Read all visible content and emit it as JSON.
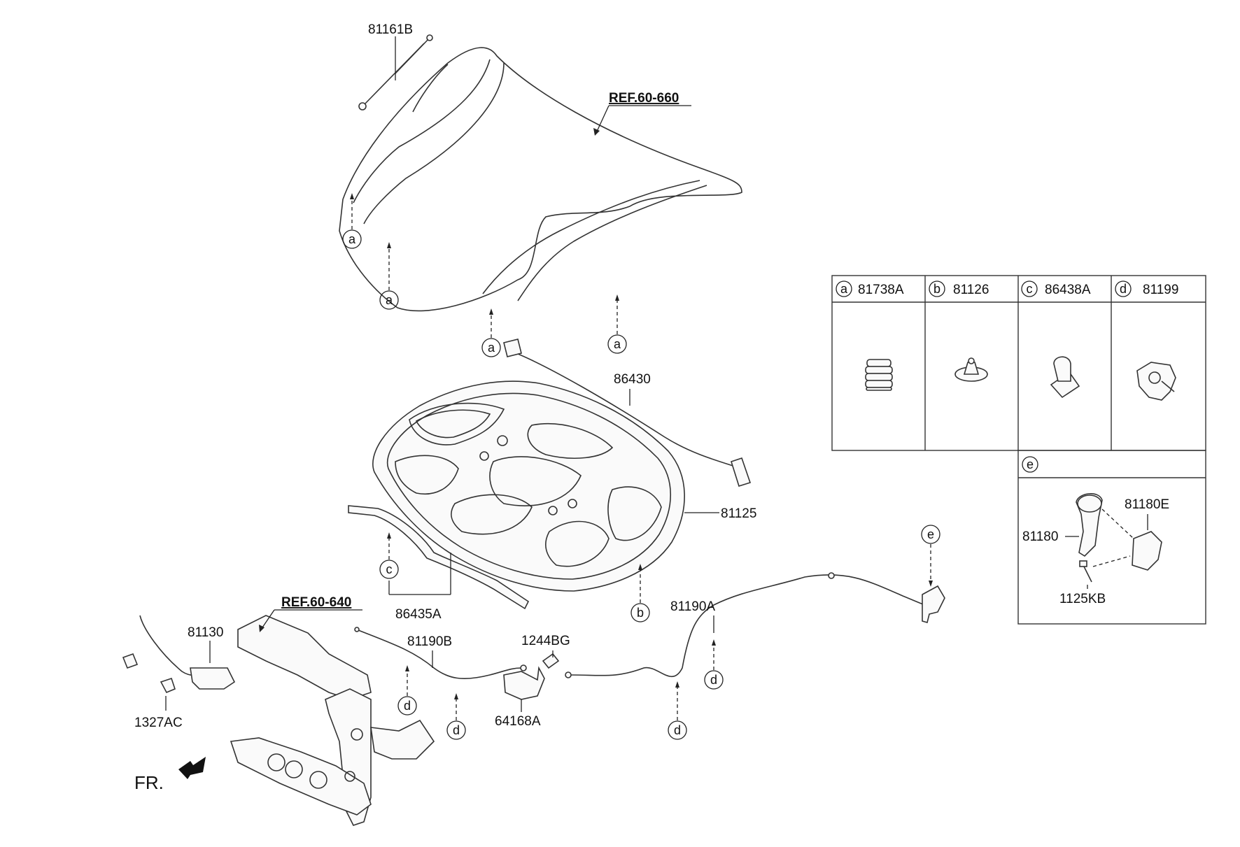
{
  "refs": {
    "hood": "REF.60-660",
    "panel": "REF.60-640"
  },
  "parts": {
    "p81161B": "81161B",
    "p86430": "86430",
    "p81125": "81125",
    "p86435A": "86435A",
    "p81130": "81130",
    "p1327AC": "1327AC",
    "p81190B": "81190B",
    "p1244BG": "1244BG",
    "p64168A": "64168A",
    "p81190A": "81190A"
  },
  "callouts": [
    "a",
    "a",
    "a",
    "a",
    "b",
    "c",
    "d",
    "d",
    "d",
    "d",
    "e"
  ],
  "legend": {
    "cells": [
      {
        "letter": "a",
        "part": "81738A"
      },
      {
        "letter": "b",
        "part": "81126"
      },
      {
        "letter": "c",
        "part": "86438A"
      },
      {
        "letter": "d",
        "part": "81199"
      }
    ],
    "e": {
      "letter": "e",
      "parts": [
        "81180E",
        "81180",
        "1125KB"
      ]
    }
  },
  "front_indicator": "FR."
}
